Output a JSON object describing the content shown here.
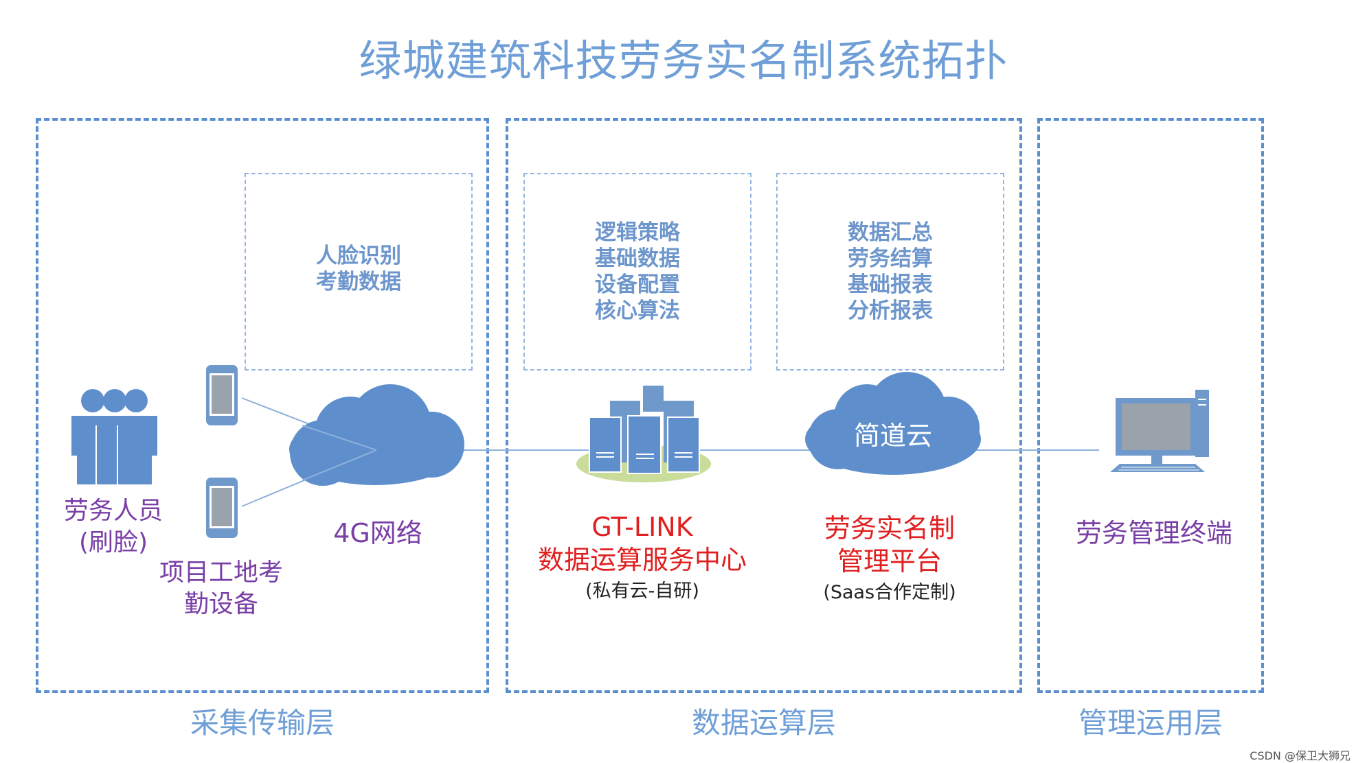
{
  "title": "绿城建筑科技劳务实名制系统拓扑",
  "layers": [
    {
      "label": "采集传输层"
    },
    {
      "label": "数据运算层"
    },
    {
      "label": "管理运用层"
    }
  ],
  "info_boxes": [
    {
      "lines": [
        "人脸识别",
        "考勤数据"
      ]
    },
    {
      "lines": [
        "逻辑策略",
        "基础数据",
        "设备配置",
        "核心算法"
      ]
    },
    {
      "lines": [
        "数据汇总",
        "劳务结算",
        "基础报表",
        "分析报表"
      ]
    }
  ],
  "nodes": {
    "workers": {
      "line1": "劳务人员",
      "line2": "(刷脸)"
    },
    "devices": {
      "line1": "项目工地考",
      "line2": "勤设备"
    },
    "network": {
      "label": "4G网络"
    },
    "gtlink": {
      "line1": "GT-LINK",
      "line2": "数据运算服务中心",
      "note": "(私有云-自研)"
    },
    "cloud": {
      "label": "简道云"
    },
    "platform": {
      "line1": "劳务实名制",
      "line2": "管理平台",
      "note": "(Saas合作定制)"
    },
    "terminal": {
      "label": "劳务管理终端"
    }
  },
  "colors": {
    "accent_blue": "#5b8ed0",
    "icon_blue": "#5e8fcc",
    "label_purple": "#7a3fa6",
    "label_red": "#e02020",
    "base_green": "#c9dc9a"
  },
  "watermark": "CSDN @保卫大狮兄"
}
